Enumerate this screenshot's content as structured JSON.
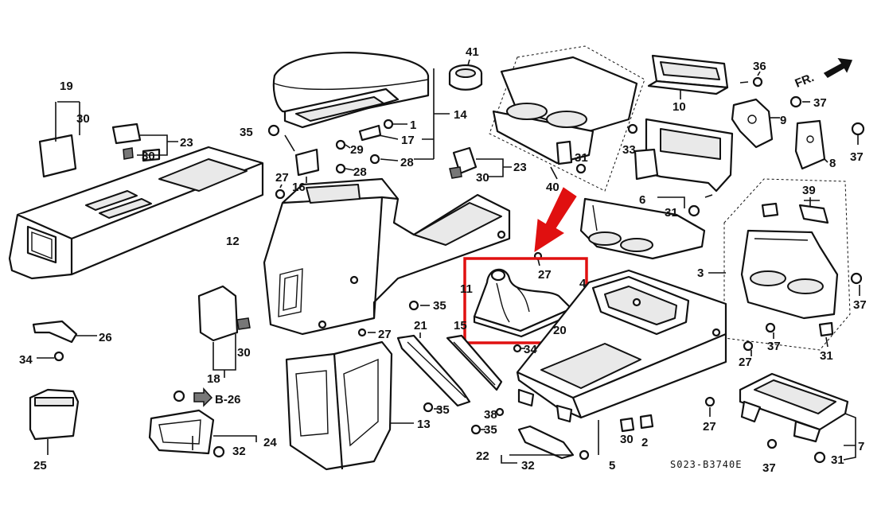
{
  "diagram": {
    "direction_label": "FR.",
    "figure_code": "S023-B3740E",
    "ref_label": "B-26",
    "highlight_color": "#e01010",
    "callouts": [
      "1",
      "2",
      "3",
      "4",
      "5",
      "6",
      "7",
      "8",
      "9",
      "10",
      "11",
      "12",
      "13",
      "14",
      "15",
      "16",
      "17",
      "18",
      "19",
      "20",
      "21",
      "22",
      "23",
      "24",
      "25",
      "26",
      "27",
      "28",
      "29",
      "30",
      "31",
      "32",
      "33",
      "34",
      "35",
      "36",
      "37",
      "38",
      "39",
      "40",
      "41"
    ]
  }
}
